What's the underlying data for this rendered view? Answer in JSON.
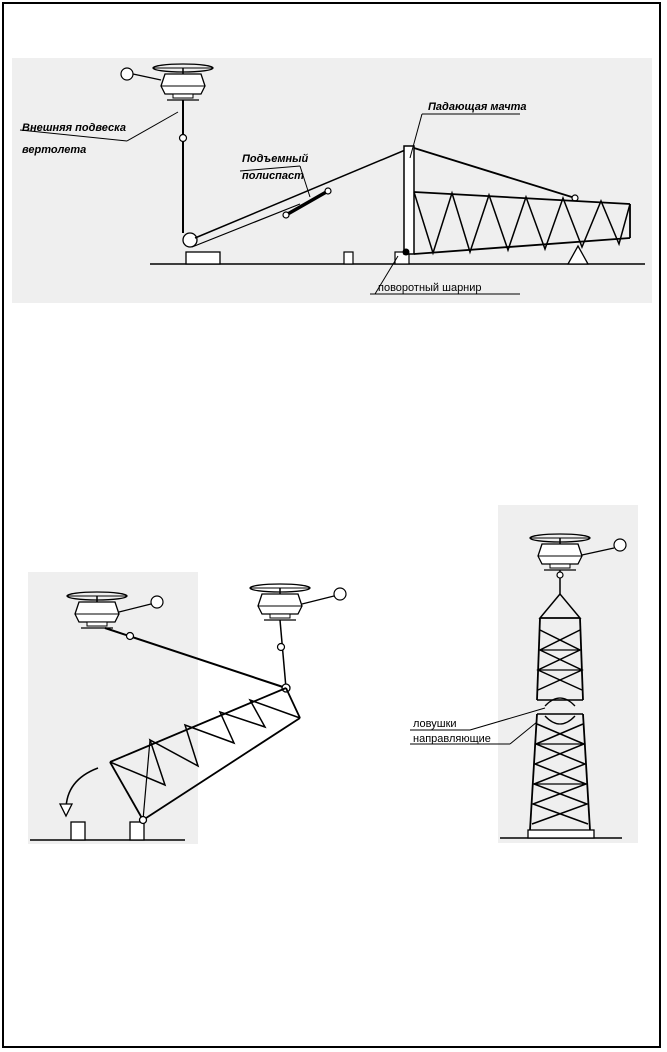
{
  "labels": {
    "helicopter_sling": [
      "Внешняя подвеска",
      "вертолета"
    ],
    "lifting_tackle": [
      "Подъемный",
      "полиспаст"
    ],
    "falling_mast": "Падающая мачта",
    "pivot_hinge": "поворотный шарнир",
    "traps": "ловушки",
    "guides": "направляющие"
  },
  "colors": {
    "line": "#000000",
    "panel_bg": "#efefef",
    "page_bg": "#ffffff"
  }
}
